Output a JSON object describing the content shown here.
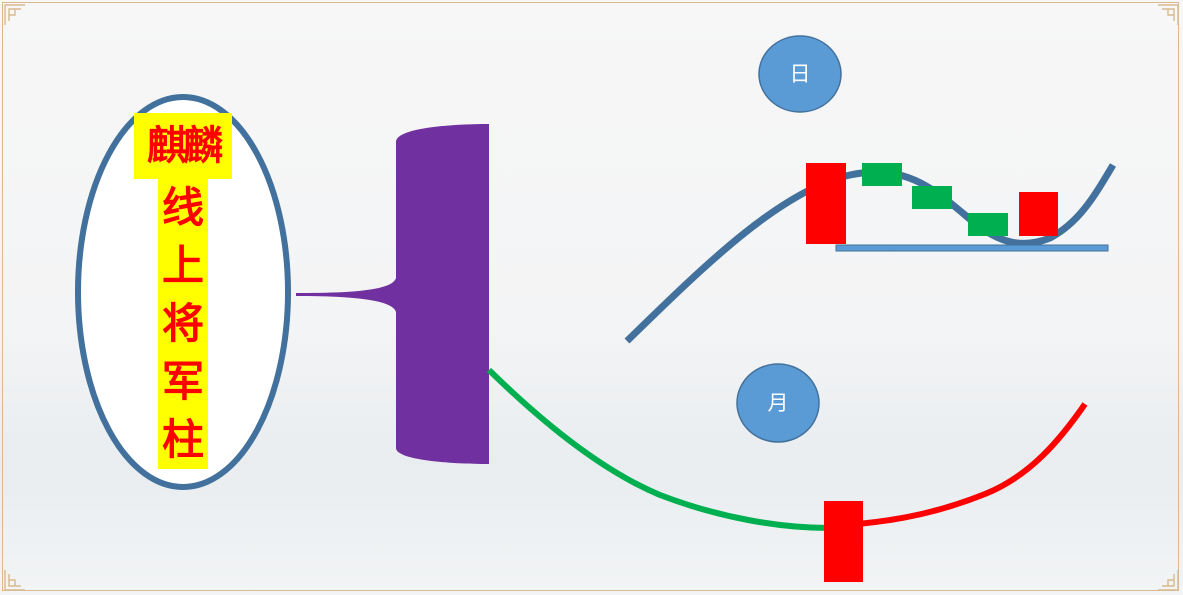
{
  "title": {
    "line1": "麒麟",
    "chars": [
      "线",
      "上",
      "将",
      "军",
      "柱"
    ]
  },
  "labels": {
    "day": "日",
    "month": "月"
  },
  "colors": {
    "ellipse_stroke": "#41719c",
    "bracket_fill": "#7030a0",
    "circle_fill": "#5b9bd5",
    "day_curve": "#41719c",
    "up_candle": "#ff0000",
    "down_candle": "#00b050",
    "month_curve_down": "#00b050",
    "month_curve_up": "#ff0000",
    "title_background": "#ffff00",
    "title_text": "#ff0000"
  },
  "icons": {
    "corner": "corner-ornament-icon"
  }
}
